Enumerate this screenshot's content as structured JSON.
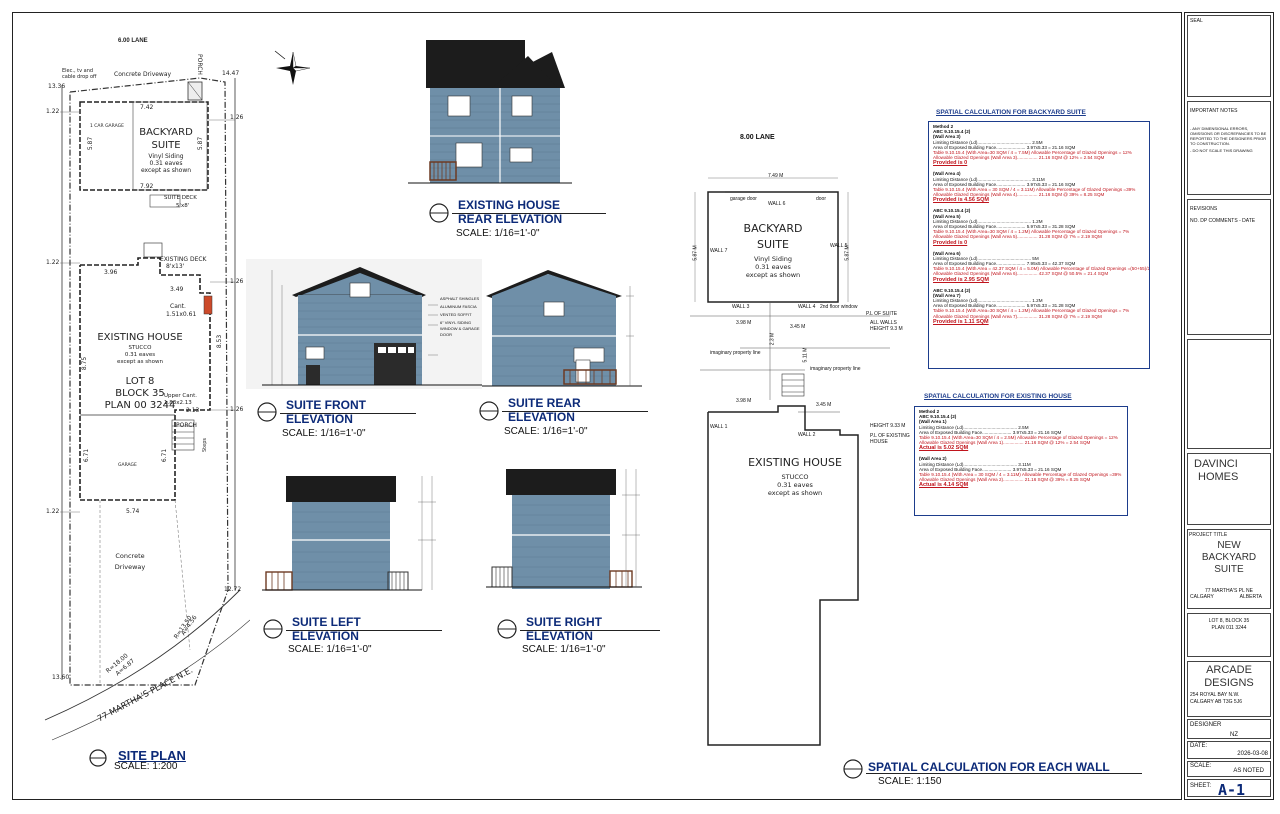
{
  "site_plan": {
    "lane_label": "6.00 LANE",
    "title": "SITE PLAN",
    "scale": "SCALE: 1:200",
    "elec_note": "Elec., tv and cable drop off",
    "driveway_top": "Concrete Driveway",
    "porch_top": "PORCH",
    "dim_top_right": "14.47",
    "dim_top_left": "13.36",
    "dim_122_a": "1.22",
    "dim_122_b": "1.22",
    "dim_122_c": "1.22",
    "dim_126_a": "1.26",
    "dim_126_b": "1.26",
    "dim_126_c": "1.26",
    "garage_label": "1 CAR GARAGE",
    "suite_label": "BACKYARD SUITE",
    "suite_siding": "Vinyl Siding",
    "suite_eaves": "0.31 eaves",
    "suite_except": "except as shown",
    "dim_742": "7.42",
    "dim_792": "7.92",
    "dim_587_l": "5.87",
    "dim_587_r": "5.87",
    "suite_deck": "SUITE DECK",
    "suite_deck_size": "5'x8'",
    "existing_deck": "EXISTING DECK",
    "existing_deck_size": "8'x13'",
    "dim_396": "3.96",
    "dim_349": "3.49",
    "cant": "Cant.",
    "cant_size": "1.51x0.61",
    "house_label": "EXISTING HOUSE",
    "house_finish": "STUCCO",
    "house_eaves": "0.31 eaves",
    "house_except": "except as shown",
    "lot": "LOT 8",
    "block": "BLOCK 35",
    "plan": "PLAN 00 3244",
    "dim_875": "8.75",
    "dim_853": "8.53",
    "upper_cant": "Upper Cant.",
    "upper_cant_size": "1.83x2.13",
    "dim_213": "2.13",
    "porch_mid": "PORCH",
    "steps": "Steps",
    "garage_mid": "GARAGE",
    "dim_671_l": "6.71",
    "dim_671_r": "6.71",
    "dim_574": "5.74",
    "driveway_bottom": "Concrete Driveway",
    "r_outer": "R=13.50",
    "arc_outer": "A=4.56",
    "r_inner": "R=18.00",
    "arc_inner": "A=6.87",
    "street": "77 MARTHA'S PLACE N.E.",
    "dim_bottom_left": "13.60",
    "dim_bottom_right": "12.72"
  },
  "rear_elev": {
    "title1": "EXISTING HOUSE",
    "title2": "REAR ELEVATION",
    "scale": "SCALE: 1/16=1'-0\""
  },
  "front_elev": {
    "title1": "SUITE FRONT",
    "title2": "ELEVATION",
    "scale": "SCALE: 1/16=1'-0\""
  },
  "suite_rear_elev": {
    "title1": "SUITE REAR",
    "title2": "ELEVATION",
    "scale": "SCALE: 1/16=1'-0\""
  },
  "left_elev": {
    "title1": "SUITE LEFT",
    "title2": "ELEVATION",
    "scale": "SCALE: 1/16=1'-0\""
  },
  "right_elev": {
    "title1": "SUITE RIGHT",
    "title2": "ELEVATION",
    "scale": "SCALE: 1/16=1'-0\""
  },
  "front_notes": {
    "n1": "ASPHALT SHINGLES",
    "n2": "ALUMINUM FASCIA",
    "n3": "VENTED SOFFIT",
    "n4": "6\" VINYL SIDING WINDOW & GARAGE DOOR"
  },
  "spatial_plan": {
    "lane": "8.00 LANE",
    "title": "SPATIAL CALCULATION FOR EACH WALL",
    "scale": "SCALE: 1:150",
    "suite_label1": "BACKYARD",
    "suite_label2": "SUITE",
    "suite_siding": "Vinyl Siding",
    "suite_eaves": "0.31 eaves",
    "suite_except": "except as shown",
    "dim_top": "7.49 M",
    "dim_left": "5.87 M",
    "dim_right": "5.87 M",
    "wall3": "WALL 3",
    "wall4": "WALL 4",
    "wall5": "WALL 5",
    "wall6": "WALL 6",
    "wall7": "WALL 7",
    "wall1": "WALL 1",
    "wall2": "WALL 2",
    "garage_door": "garage door",
    "door": "door",
    "second_floor_window": "2nd floor window",
    "pl_suite": "P.L OF SUITE",
    "walls_height": "ALL WALLS HEIGHT 9.3 M",
    "imag_line1": "imaginary property line",
    "imag_line2": "imaginary property line",
    "dim_398a": "3.98 M",
    "dim_345a": "3.45 M",
    "dim_398b": "3.98 M",
    "dim_345b": "3.45 M",
    "dim_23": "2.3 M",
    "dim_511": "5.11 M",
    "house_label": "EXISTING HOUSE",
    "house_finish": "STUCCO",
    "house_eaves": "0.31 eaves",
    "house_except": "except as shown",
    "height_house": "HEIGHT 9.33 M",
    "pl_house": "P.L OF EXISTING HOUSE"
  },
  "calc_suite": {
    "heading": "SPATIAL CALCULATION FOR BACKYARD SUITE",
    "blocks": [
      {
        "lines": [
          "Method 2",
          "ABC 9.10.15.4 (2)",
          "(Wall Area 3)",
          "Limiting Distance (Ld)..........................................  2.5M",
          "Area of Exposed Building Face....................... 3.97x5.33 = 21.16 SQM",
          "Table 9.10.15.4 (With Area=30 SQM  / 4 = 7.5M)  Allowable Percentage of Glazed Openings = 12%",
          "Allowable Glazed Openings (Wall Area 3)................ 21.16 SQM @ 12% = 2.54 SQM"
        ],
        "prov": "Provided is 0"
      },
      {
        "lines": [
          "(Wall Area 4)",
          "Limiting Distance (Ld)..........................................  3.11M",
          "Area of Exposed Building Face....................... 3.97x5.33 = 21.16 SQM",
          "Table 9.10.15.4 (With Area = 30 SQM  / 4 = 3.11M)  Allowable Percentage of Glazed Openings =39%",
          "Allowable Glazed Openings (Wall Area 4)................ 21.16 SQM @ 39% = 8.25 SQM"
        ],
        "prov": "Provided is 4.56 SQM"
      },
      {
        "lines": [
          "ABC 9.10.15.4 (2)",
          "(Wall Area 5)",
          "Limiting Distance (Ld)..........................................  1.2M",
          "Area of Exposed Building Face....................... 5.97x5.33 = 31.28 SQM",
          "Table 9.10.15.4 (With Area=30 SQM  / 4 = 1.2M)  Allowable Percentage of Glazed Openings = 7%",
          "Allowable Glazed Openings (Wall Area 5)................ 31.28 SQM @ 7% = 2.19 SQM"
        ],
        "prov": "Provided is 0"
      },
      {
        "lines": [
          "(Wall Area 6)",
          "Limiting Distance (Ld)..........................................  5M",
          "Area of Exposed Building Face....................... 7.95x5.33 = 42.37 SQM",
          "Table 9.10.15.4 (With Area = 42.37 SQM  / 4 = 5.0M)  Allowable Percentage of Glazed Openings =(50+55)/2%",
          "Allowable Glazed Openings (Wall Area 6)................ 42.37 SQM @ 50.5% = 21.4 SQM"
        ],
        "prov": "Provided is 2.95 SQM"
      },
      {
        "lines": [
          "ABC 9.10.15.4 (2)",
          "(Wall Area 7)",
          "Limiting Distance (Ld)..........................................  1.2M",
          "Area of Exposed Building Face....................... 5.97x5.33 = 31.28 SQM",
          "Table 9.10.15.4 (With Area=30 SQM  / 4 = 1.2M)  Allowable Percentage of Glazed Openings = 7%",
          "Allowable Glazed Openings (Wall Area 7)................ 31.28 SQM @ 7% = 2.19 SQM"
        ],
        "prov": "Provided is 1.11 SQM"
      }
    ]
  },
  "calc_house": {
    "heading": "SPATIAL CALCULATION FOR EXISTING HOUSE",
    "blocks": [
      {
        "lines": [
          "Method 2",
          "ABC 9.10.15.4 (2)",
          "(Wall Area 1)",
          "Limiting Distance (Ld)..........................................  2.5M",
          "Area of Exposed Building Face....................... 3.97x5.33 = 21.16 SQM",
          "Table 9.10.15.4 (With Area=30 SQM  / 4 = 2.5M)  Allowable Percentage of Glazed Openings = 12%",
          "Allowable Glazed Openings (Wall Area 1)................ 21.16 SQM @ 12% = 2.54 SQM"
        ],
        "prov": "Actual is 5.02 SQM"
      },
      {
        "lines": [
          "(Wall Area 2)",
          "Limiting Distance (Ld)..........................................  3.11M",
          "Area of Exposed Building Face....................... 3.97x5.33 = 21.16 SQM",
          "Table 9.10.15.4 (With Area = 30 SQM  / 4 = 3.11M)  Allowable Percentage of Glazed Openings =39%",
          "Allowable Glazed Openings (Wall Area 2)................ 21.16 SQM @ 39% = 8.25 SQM"
        ],
        "prov": "Actual is 4.14 SQM"
      }
    ]
  },
  "title_block": {
    "seal": "SEAL",
    "important_notes": "IMPORTANT NOTES",
    "note1": "- ANY DIMENSIONAL ERRORS, OMISSIONS OR DISCREPANCIES TO BE REPORTED TO THE DESIGNERS PRIOR TO CONSTRUCTION.",
    "note2": "- DO NOT SCALE THIS DRAWING",
    "revisions": "REVISIONS",
    "rev_cols": "NO.   DP COMMENTS - DATE",
    "client1": "DAVINCI",
    "client2": "HOMES",
    "project_title_lbl": "PROJECT TITLE",
    "project1": "NEW",
    "project2": "BACKYARD",
    "project3": "SUITE",
    "address": "77 MARTHA'S PL NE",
    "city": "CALGARY",
    "province": "ALBERTA",
    "legal1": "LOT 8, BLOCK 35",
    "legal2": "PLAN    011 3244",
    "firm1": "ARCADE",
    "firm2": "DESIGNS",
    "firm_addr1": "254 ROYAL BAY N.W.",
    "firm_addr2": "CALGARY AB  T3G 5J6",
    "designer_lbl": "DESIGNER",
    "designer": "NZ",
    "date_lbl": "DATE:",
    "date": "2026-03-08",
    "scale_lbl": "SCALE:",
    "scale": "AS NOTED",
    "sheet_lbl": "SHEET:",
    "sheet": "A-1"
  },
  "colors": {
    "siding": "#6f8fa8",
    "roof": "#1c1c1c",
    "title_blue": "#0c2a78",
    "red": "#c0141c"
  }
}
